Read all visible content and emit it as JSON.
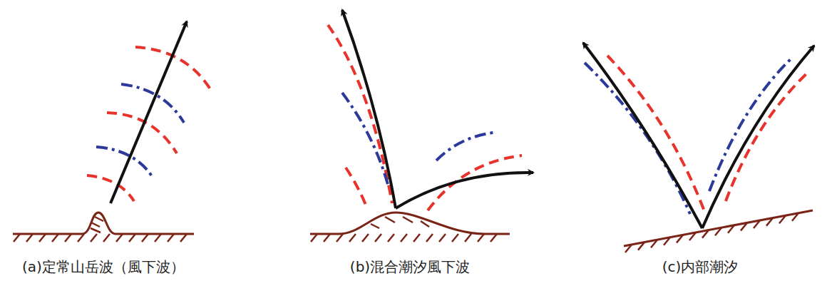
{
  "diagram": {
    "labels": [
      "(a)定常山岳波（風下波）",
      "(b)混合潮汐風下波",
      "(c)内部潮汐"
    ]
  }
}
